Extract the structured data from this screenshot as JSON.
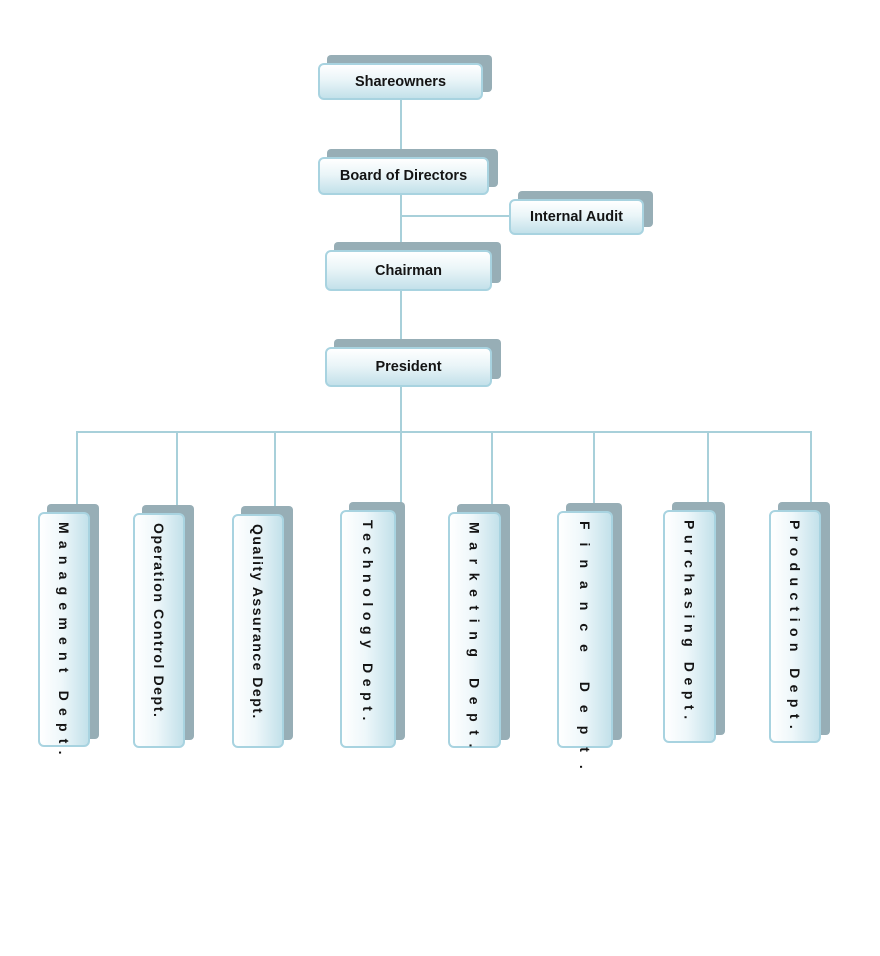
{
  "org_chart": {
    "nodes": [
      {
        "id": "shareowners",
        "label": "Shareowners"
      },
      {
        "id": "board",
        "label": "Board of Directors"
      },
      {
        "id": "internal_audit",
        "label": "Internal Audit"
      },
      {
        "id": "chairman",
        "label": "Chairman"
      },
      {
        "id": "president",
        "label": "President"
      }
    ],
    "departments": [
      {
        "id": "management",
        "label": "Management  Dept."
      },
      {
        "id": "operation_control",
        "label": "Operation Control Dept."
      },
      {
        "id": "quality_assurance",
        "label": "Quality Assurance Dept."
      },
      {
        "id": "technology",
        "label": "Technology  Dept."
      },
      {
        "id": "marketing",
        "label": "Marketing  Dept."
      },
      {
        "id": "finance",
        "label": "Finance  Dept."
      },
      {
        "id": "purchasing",
        "label": "Purchasing  Dept."
      },
      {
        "id": "production",
        "label": "Production  Dept."
      }
    ],
    "edges": [
      [
        "shareowners",
        "board"
      ],
      [
        "board",
        "internal_audit"
      ],
      [
        "board",
        "chairman"
      ],
      [
        "chairman",
        "president"
      ],
      [
        "president",
        "management"
      ],
      [
        "president",
        "operation_control"
      ],
      [
        "president",
        "quality_assurance"
      ],
      [
        "president",
        "technology"
      ],
      [
        "president",
        "marketing"
      ],
      [
        "president",
        "finance"
      ],
      [
        "president",
        "purchasing"
      ],
      [
        "president",
        "production"
      ]
    ],
    "colors": {
      "box_border": "#a8d3e0",
      "box_fill_bottom": "#c3e1ea",
      "box_shadow": "#97aeb6",
      "connector": "#a8d0da",
      "text": "#141414"
    }
  }
}
